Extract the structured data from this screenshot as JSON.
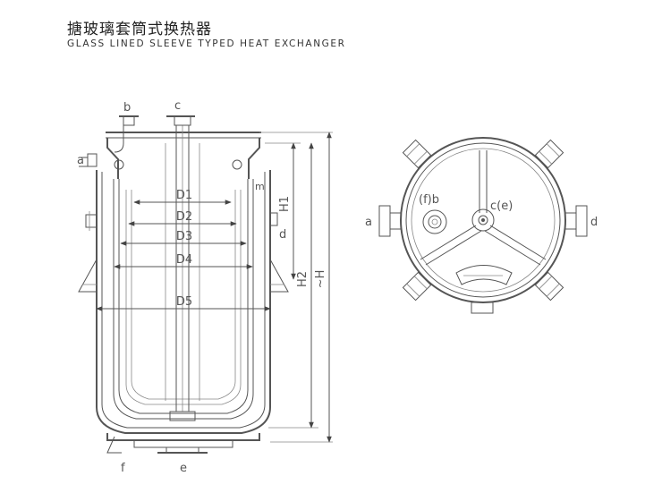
{
  "header": {
    "title_cn": "搪玻璃套筒式换热器",
    "title_en": "GLASS LINED SLEEVE TYPED HEAT EXCHANGER"
  },
  "section_view": {
    "nozzle_labels": {
      "b": "b",
      "c": "c",
      "a": "a",
      "m": "m",
      "d": "d",
      "f": "f",
      "e": "e"
    },
    "dimensions": {
      "d1": "D1",
      "d2": "D2",
      "d3": "D3",
      "d4": "D4",
      "d5": "D5",
      "h1": "H1",
      "h2": "H2",
      "h": "~H"
    }
  },
  "plan_view": {
    "labels": {
      "a": "a",
      "d": "d",
      "fb": "(f)b",
      "ce": "c(e)"
    }
  }
}
